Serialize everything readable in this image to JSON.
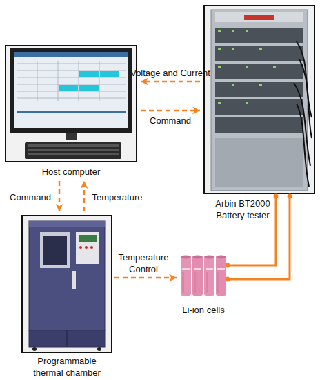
{
  "diagram": {
    "nodes": [
      {
        "text": [
          "Host computer"
        ]
      },
      {
        "text": [
          "Arbin BT2000 Battery tester"
        ]
      },
      {
        "text": [
          "Programmable thermal chamber"
        ]
      },
      {
        "text": [
          "Li-ion cells"
        ]
      }
    ],
    "edges": [
      {
        "from": 1,
        "to": 0,
        "arrow": "to",
        "label": "Voltage and Current"
      },
      {
        "from": 0,
        "to": 1,
        "arrow": "to",
        "label": "Command"
      },
      {
        "from": 0,
        "to": 2,
        "arrow": "to",
        "label": "Command"
      },
      {
        "from": 2,
        "to": 0,
        "arrow": "to",
        "label": "Temperature"
      },
      {
        "from": 2,
        "to": 3,
        "arrow": "to",
        "label": "Temperature Control"
      },
      {
        "from": 3,
        "to": 1,
        "arrow": "none"
      },
      {
        "from": 3,
        "to": 1,
        "arrow": "none"
      }
    ]
  }
}
